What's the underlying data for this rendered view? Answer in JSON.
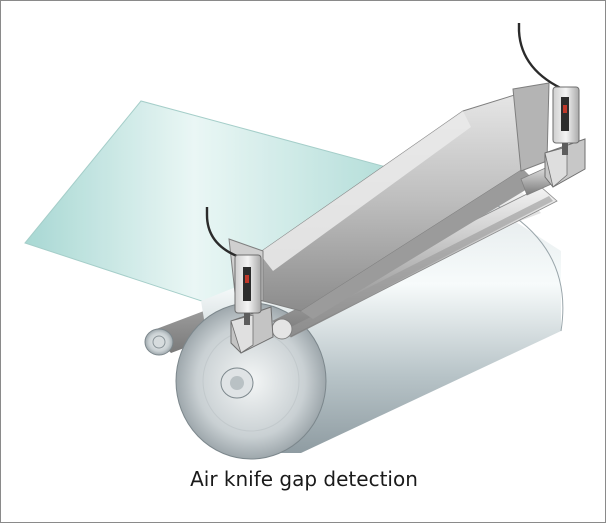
{
  "caption": "Air knife gap detection",
  "icons": [
    "sheet",
    "air-knife",
    "drum-roll",
    "idler-roll",
    "left-displacement-sensor",
    "right-displacement-sensor",
    "mounting-bracket",
    "sensor-cable"
  ],
  "colors": {
    "border": "#8a8a8a",
    "sheet": "#bfe4e0",
    "metal": "#c8ccd0",
    "sensor_mark": "#c0392b"
  }
}
